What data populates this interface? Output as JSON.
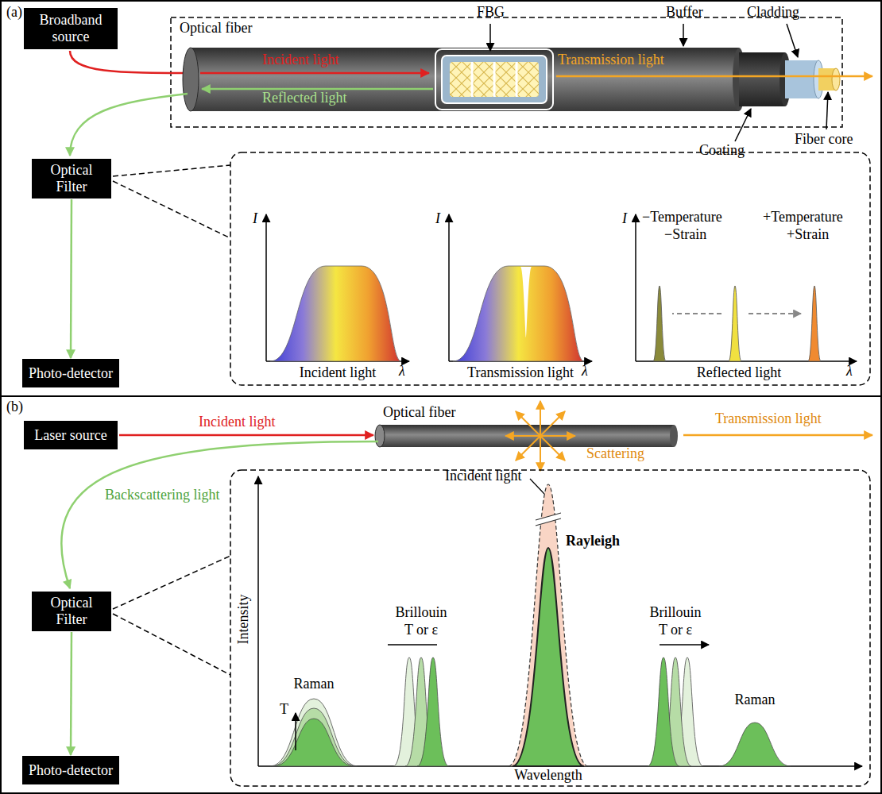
{
  "diagram": {
    "nodes": [
      {
        "text": [
          "Broadband source"
        ]
      },
      {
        "text": [
          "Optical Filter"
        ]
      },
      {
        "text": [
          "Photo-detector"
        ]
      },
      {
        "text": [
          "Laser source"
        ]
      },
      {
        "text": [
          "Optical Filter"
        ]
      },
      {
        "text": [
          "Photo-detector"
        ]
      }
    ],
    "edges": [
      {
        "from": 1,
        "to": 2,
        "arrow": "to"
      },
      {
        "from": 4,
        "to": 5,
        "arrow": "to"
      }
    ],
    "labels": [
      "(a)",
      "Optical fiber",
      "Incident light",
      "Reflected light",
      "FBG",
      "Buffer",
      "Transmission light",
      "Cladding",
      "Fiber core",
      "Coating",
      "I",
      "λ",
      "Incident light",
      "I",
      "λ",
      "Transmission light",
      "I",
      "−Temperature",
      "−Strain",
      "+Temperature",
      "+Strain",
      "λ",
      "Reflected light",
      "(b)",
      "Incident light",
      "Optical fiber",
      "Transmission light",
      "Backscattering light",
      "Scattering",
      "Intensity",
      "Wavelength",
      "Incident light",
      "Rayleigh",
      "Brillouin",
      "T or ε",
      "Brillouin",
      "T or ε",
      "Raman",
      "T",
      "Raman"
    ]
  }
}
